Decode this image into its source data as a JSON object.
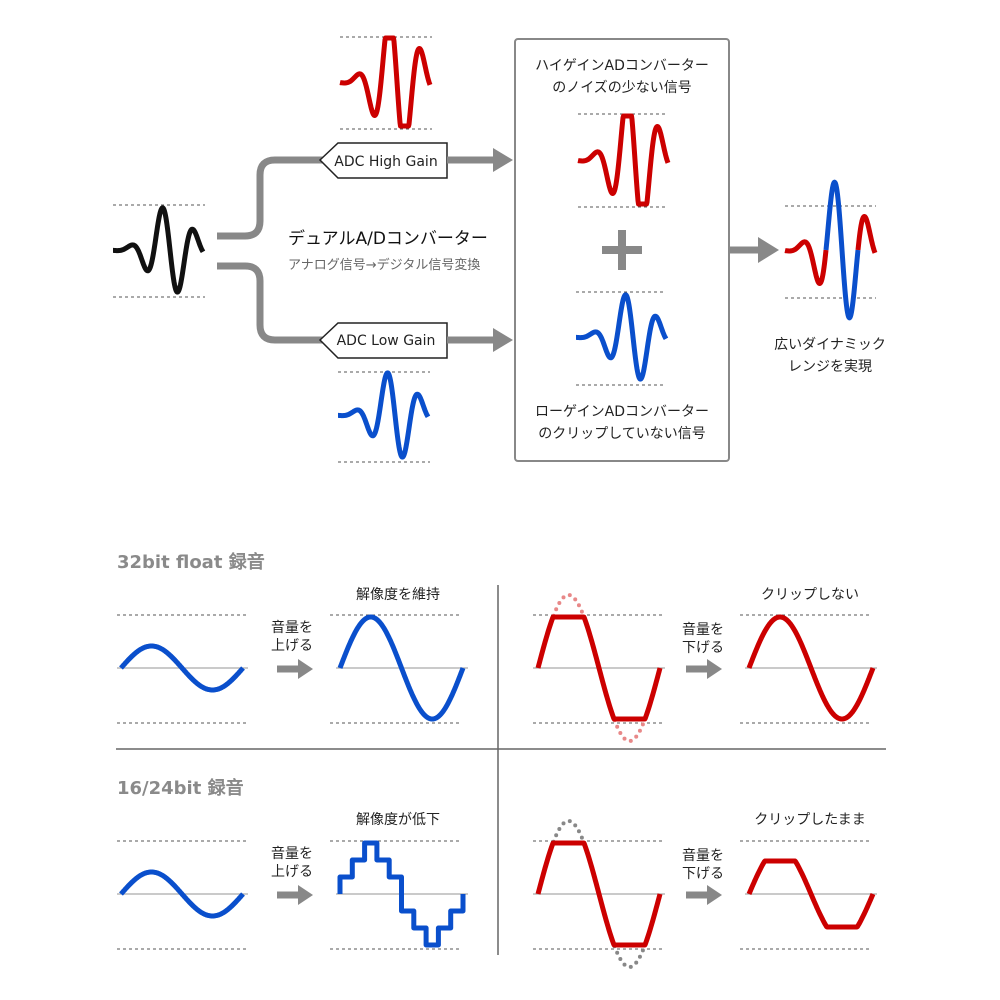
{
  "top": {
    "adc_high_label": "ADC High Gain",
    "adc_low_label": "ADC Low Gain",
    "dual_title": "デュアルA/Dコンバーター",
    "dual_subtitle": "アナログ信号→デジタル信号変換",
    "box_top_line1": "ハイゲインADコンバーター",
    "box_top_line2": "のノイズの少ない信号",
    "box_bottom_line1": "ローゲインADコンバーター",
    "box_bottom_line2": "のクリップしていない信号",
    "result_line1": "広いダイナミック",
    "result_line2": "レンジを実現"
  },
  "section_32": {
    "title": "32bit float 録音",
    "raise_line1": "音量を",
    "raise_line2": "上げる",
    "raise_result": "解像度を維持",
    "lower_line1": "音量を",
    "lower_line2": "下げる",
    "lower_result": "クリップしない"
  },
  "section_16": {
    "title": "16/24bit 録音",
    "raise_line1": "音量を",
    "raise_line2": "上げる",
    "raise_result": "解像度が低下",
    "lower_line1": "音量を",
    "lower_line2": "下げる",
    "lower_result": "クリップしたまま"
  },
  "colors": {
    "analog": "#111111",
    "high_gain": "#cc0000",
    "low_gain": "#0a4fcc",
    "arrow": "#888888",
    "clip_ghost_32": "#e88888",
    "clip_ghost_16": "#888888"
  }
}
